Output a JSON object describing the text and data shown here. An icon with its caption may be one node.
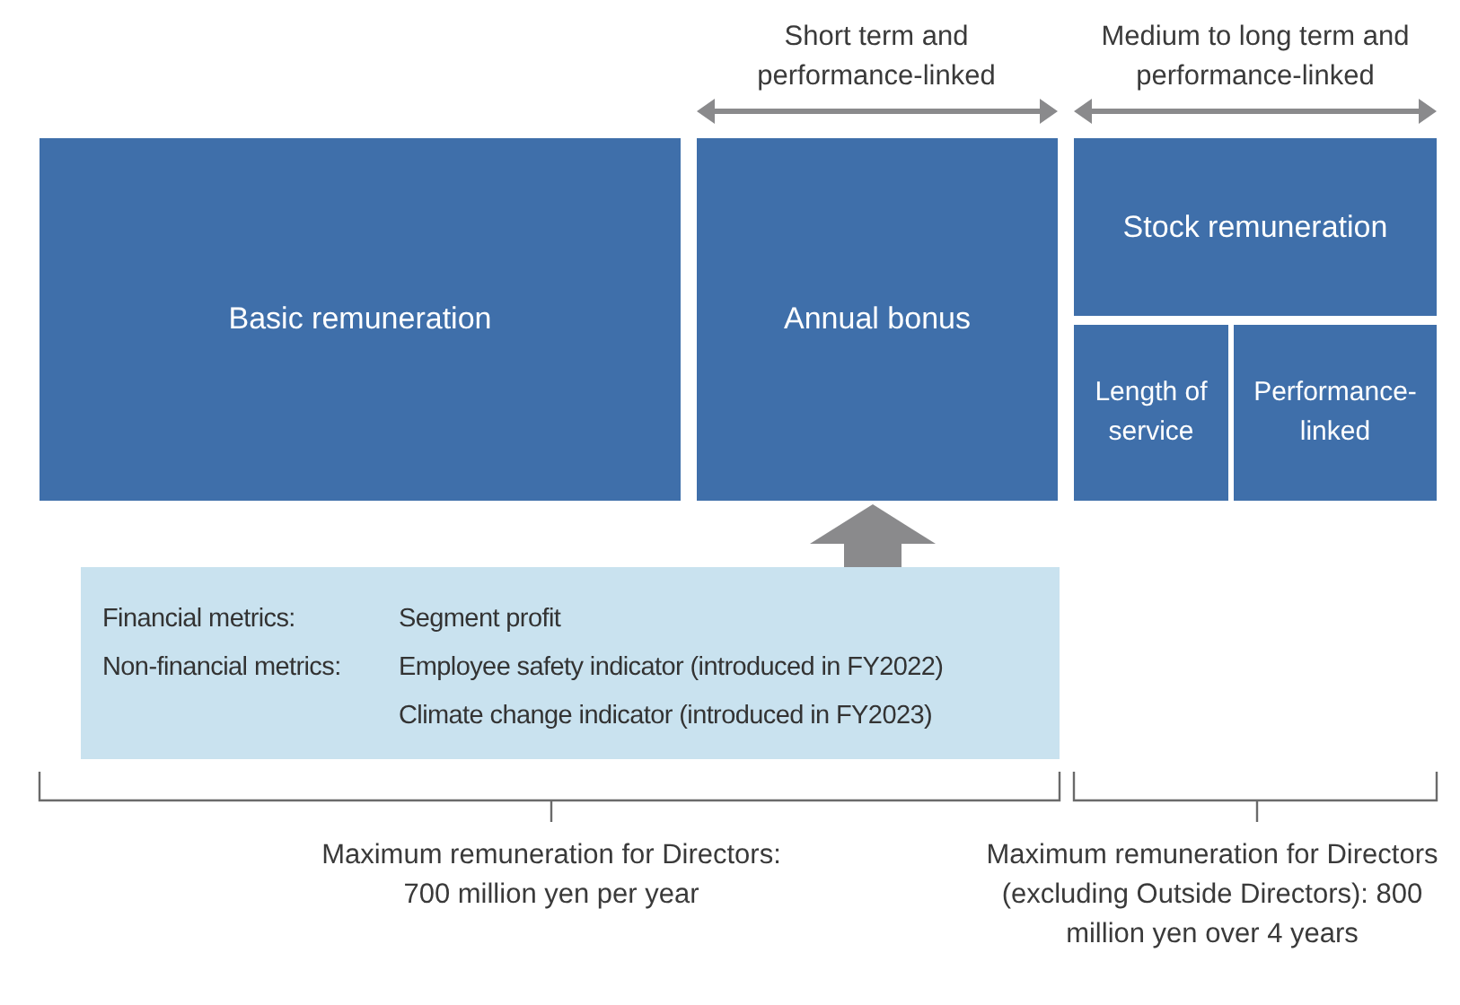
{
  "diagram": {
    "nodes": [
      {
        "text": [
          "Basic remuneration"
        ]
      },
      {
        "text": [
          "Annual bonus"
        ]
      },
      {
        "text": [
          "Stock remuneration"
        ]
      },
      {
        "text": [
          "Length of service"
        ]
      },
      {
        "text": [
          "Performance-linked"
        ]
      },
      {
        "text": [
          "Financial metrics:",
          "Segment profit",
          "Non-financial metrics:",
          "Employee safety indicator (introduced in FY2022)",
          "Climate change indicator (introduced in FY2023)"
        ]
      }
    ],
    "edges": [
      {
        "from": 5,
        "to": 1,
        "arrow": "to"
      }
    ],
    "labels": [
      "Short term and performance-linked",
      "Medium to long term and performance-linked",
      "Maximum remuneration for Directors: 700 million yen per year",
      "Maximum remuneration for Directors (excluding Outside Directors): 800 million yen over 4 years"
    ]
  }
}
